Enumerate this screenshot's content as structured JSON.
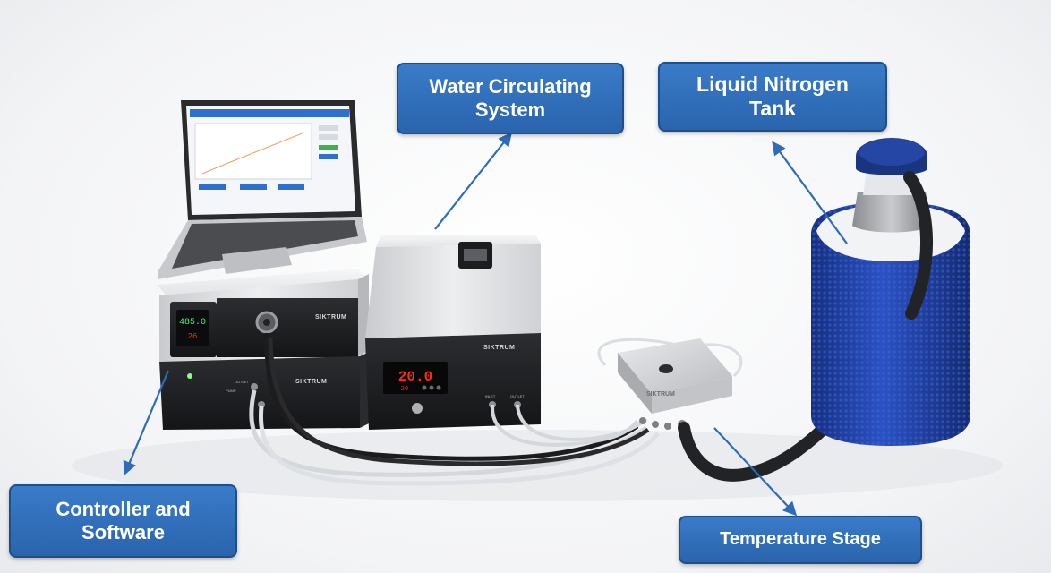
{
  "labels": {
    "water_system": [
      "Water Circulating",
      "System"
    ],
    "ln2_tank": [
      "Liquid Nitrogen",
      "Tank"
    ],
    "controller": [
      "Controller and",
      "Software"
    ],
    "temperature_stage": "Temperature Stage"
  },
  "device": {
    "brand": "SIKTRUM",
    "chiller_display": "20.0",
    "chiller_setpoint": "20",
    "controller_display": "485.0",
    "controller_setpoint": "26",
    "port_inlet": "INLET",
    "port_outlet": "OUTLET",
    "port_pump": "PUMP"
  },
  "colors": {
    "callout_fill": "#2f6fbd",
    "callout_border": "#1d4f8f",
    "arrow": "#2d6cb8",
    "tank_body": "#1f3fa8",
    "tank_lid": "#1d3a8f",
    "led_red": "#ff2a1a",
    "led_green": "#3cff6a"
  }
}
